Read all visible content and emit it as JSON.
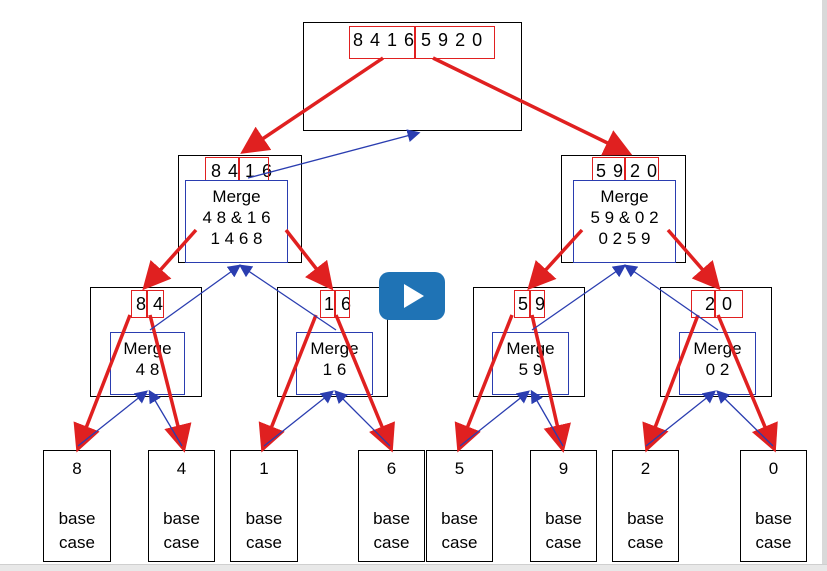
{
  "root": {
    "digits": "8 4 1 6 5 9 2 0"
  },
  "level1": [
    {
      "digits": "8 4 1 6",
      "merge": [
        "Merge",
        "4 8  & 1 6",
        "1 4 6 8"
      ]
    },
    {
      "digits": "5 9 2 0",
      "merge": [
        "Merge",
        "5 9  & 0 2",
        "0 2 5 9"
      ]
    }
  ],
  "level2": [
    {
      "digits": "8 4",
      "merge": [
        "Merge",
        "4 8"
      ]
    },
    {
      "digits": "1 6",
      "merge": [
        "Merge",
        "1 6"
      ]
    },
    {
      "digits": "5 9",
      "merge": [
        "Merge",
        "5 9"
      ]
    },
    {
      "digits": "2 0",
      "merge": [
        "Merge",
        "0 2"
      ]
    }
  ],
  "leaves": [
    {
      "value": "8",
      "line1": "base",
      "line2": "case"
    },
    {
      "value": "4",
      "line1": "base",
      "line2": "case"
    },
    {
      "value": "1",
      "line1": "base",
      "line2": "case"
    },
    {
      "value": "6",
      "line1": "base",
      "line2": "case"
    },
    {
      "value": "5",
      "line1": "base",
      "line2": "case"
    },
    {
      "value": "9",
      "line1": "base",
      "line2": "case"
    },
    {
      "value": "2",
      "line1": "base",
      "line2": "case"
    },
    {
      "value": "0",
      "line1": "base",
      "line2": "case"
    }
  ],
  "colors": {
    "split_arrow": "#e02020",
    "merge_arrow": "#2a3db0",
    "play_button": "#1f73b5"
  },
  "icons": {
    "play": "play-icon"
  }
}
